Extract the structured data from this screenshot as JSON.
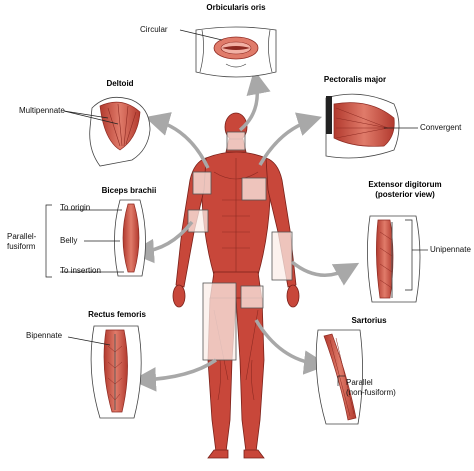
{
  "colors": {
    "muscle": "#c8473a",
    "muscle_light": "#e5897a",
    "muscle_dark": "#8e2a22",
    "outline": "#333333",
    "arrow": "#a8a8a8",
    "highlight_box": "#f7e8e2"
  },
  "orbicularis": {
    "title": "Orbicularis oris",
    "type": "Circular"
  },
  "deltoid": {
    "title": "Deltoid",
    "type": "Multipennate"
  },
  "pectoralis": {
    "title": "Pectoralis major",
    "type": "Convergent"
  },
  "biceps": {
    "title": "Biceps brachii",
    "type_line1": "Parallel-",
    "type_line2": "fusiform",
    "to_origin": "To origin",
    "belly": "Belly",
    "to_insertion": "To insertion"
  },
  "extensor": {
    "title_line1": "Extensor digitorum",
    "title_line2": "(posterior view)",
    "type": "Unipennate"
  },
  "rectus": {
    "title": "Rectus femoris",
    "type": "Bipennate"
  },
  "sartorius": {
    "title": "Sartorius",
    "type_line1": "Parallel",
    "type_line2": "(non-fusiform)"
  }
}
